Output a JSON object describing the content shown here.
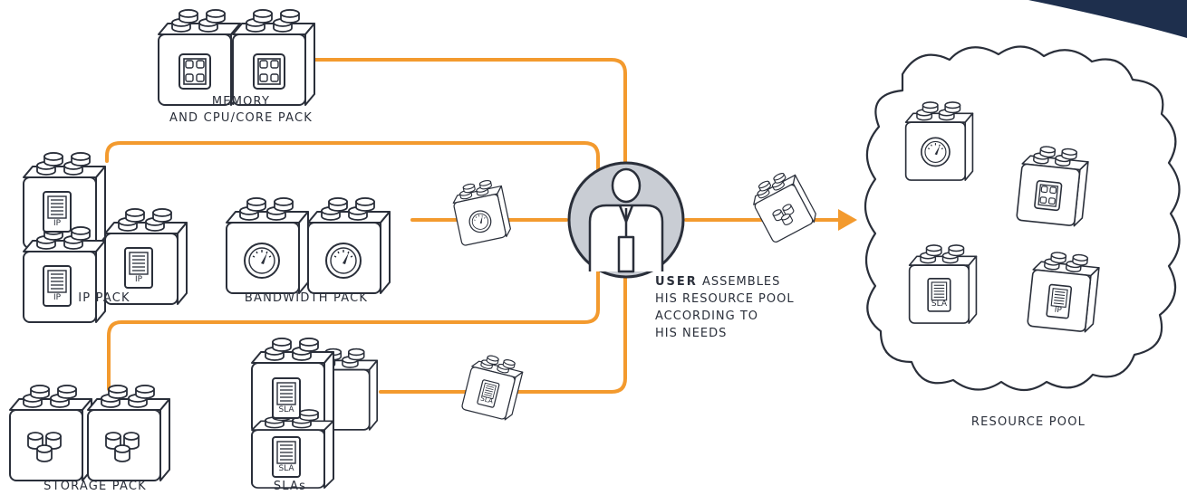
{
  "colors": {
    "connector": "#F39A2E",
    "ink": "#2A2F3A",
    "user_disc": "#C9CDD4",
    "corner_shape": "#1E2F4D"
  },
  "labels": {
    "memory_line1": "MEMORY",
    "memory_line2": "AND CPU/CORE PACK",
    "ip_pack": "IP PACK",
    "bandwidth_pack": "BANDWIDTH PACK",
    "storage_pack": "STORAGE PACK",
    "slas": "SLAs",
    "resource_pool": "RESOURCE POOL"
  },
  "user_note": {
    "strong": "USER",
    "line1_rest": " ASSEMBLES",
    "line2": "HIS RESOURCE POOL",
    "line3": "ACCORDING TO",
    "line4": "HIS NEEDS"
  },
  "block_tags": {
    "ip": "IP",
    "sla": "SLA"
  },
  "icons": {
    "user": "user-icon",
    "memory": "chip-icon",
    "bandwidth": "gauge-icon",
    "storage": "disks-icon",
    "ip": "document-icon",
    "sla": "document-icon",
    "arrow": "arrow-right-icon",
    "cloud": "cloud-outline"
  }
}
